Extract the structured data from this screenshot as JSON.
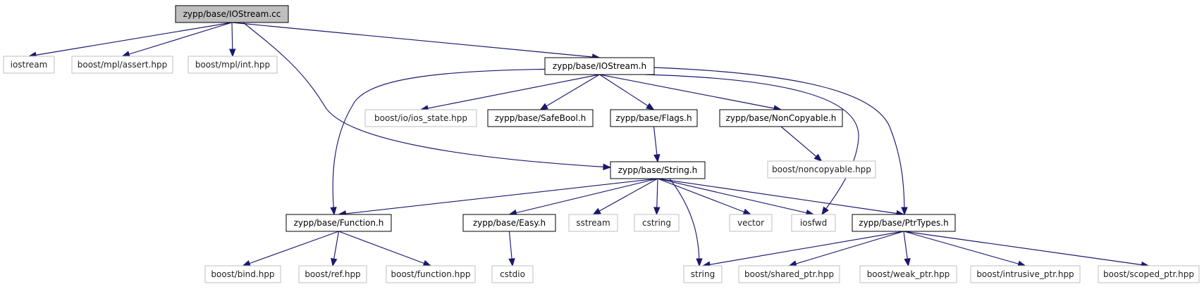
{
  "diagram": {
    "nodes": [
      {
        "id": "iostream_cc",
        "label": "zypp/base/IOStream.cc",
        "kind": "root"
      },
      {
        "id": "iostream",
        "label": "iostream",
        "kind": "external"
      },
      {
        "id": "mpl_assert",
        "label": "boost/mpl/assert.hpp",
        "kind": "external"
      },
      {
        "id": "mpl_int",
        "label": "boost/mpl/int.hpp",
        "kind": "external"
      },
      {
        "id": "iostream_h",
        "label": "zypp/base/IOStream.h",
        "kind": "internal"
      },
      {
        "id": "ios_state",
        "label": "boost/io/ios_state.hpp",
        "kind": "external"
      },
      {
        "id": "safebool",
        "label": "zypp/base/SafeBool.h",
        "kind": "internal"
      },
      {
        "id": "flags",
        "label": "zypp/base/Flags.h",
        "kind": "internal"
      },
      {
        "id": "noncopyable_h",
        "label": "zypp/base/NonCopyable.h",
        "kind": "internal"
      },
      {
        "id": "noncopyable_hpp",
        "label": "boost/noncopyable.hpp",
        "kind": "external"
      },
      {
        "id": "string_h",
        "label": "zypp/base/String.h",
        "kind": "internal"
      },
      {
        "id": "function_h",
        "label": "zypp/base/Function.h",
        "kind": "internal"
      },
      {
        "id": "easy",
        "label": "zypp/base/Easy.h",
        "kind": "internal"
      },
      {
        "id": "sstream",
        "label": "sstream",
        "kind": "external"
      },
      {
        "id": "cstring",
        "label": "cstring",
        "kind": "external"
      },
      {
        "id": "vector",
        "label": "vector",
        "kind": "external"
      },
      {
        "id": "iosfwd",
        "label": "iosfwd",
        "kind": "external"
      },
      {
        "id": "ptrtypes",
        "label": "zypp/base/PtrTypes.h",
        "kind": "internal"
      },
      {
        "id": "bind",
        "label": "boost/bind.hpp",
        "kind": "external"
      },
      {
        "id": "ref",
        "label": "boost/ref.hpp",
        "kind": "external"
      },
      {
        "id": "function_hpp",
        "label": "boost/function.hpp",
        "kind": "external"
      },
      {
        "id": "cstdio",
        "label": "cstdio",
        "kind": "external"
      },
      {
        "id": "string",
        "label": "string",
        "kind": "external"
      },
      {
        "id": "shared_ptr",
        "label": "boost/shared_ptr.hpp",
        "kind": "external"
      },
      {
        "id": "weak_ptr",
        "label": "boost/weak_ptr.hpp",
        "kind": "external"
      },
      {
        "id": "intrusive_ptr",
        "label": "boost/intrusive_ptr.hpp",
        "kind": "external"
      },
      {
        "id": "scoped_ptr",
        "label": "boost/scoped_ptr.hpp",
        "kind": "external"
      }
    ],
    "edges": [
      [
        "iostream_cc",
        "iostream"
      ],
      [
        "iostream_cc",
        "mpl_assert"
      ],
      [
        "iostream_cc",
        "mpl_int"
      ],
      [
        "iostream_cc",
        "iostream_h"
      ],
      [
        "iostream_cc",
        "string_h"
      ],
      [
        "iostream_h",
        "ios_state"
      ],
      [
        "iostream_h",
        "safebool"
      ],
      [
        "iostream_h",
        "flags"
      ],
      [
        "iostream_h",
        "noncopyable_h"
      ],
      [
        "iostream_h",
        "function_h"
      ],
      [
        "iostream_h",
        "iosfwd"
      ],
      [
        "iostream_h",
        "ptrtypes"
      ],
      [
        "noncopyable_h",
        "noncopyable_hpp"
      ],
      [
        "flags",
        "string_h"
      ],
      [
        "string_h",
        "function_h"
      ],
      [
        "string_h",
        "easy"
      ],
      [
        "string_h",
        "sstream"
      ],
      [
        "string_h",
        "cstring"
      ],
      [
        "string_h",
        "string"
      ],
      [
        "string_h",
        "vector"
      ],
      [
        "string_h",
        "iosfwd"
      ],
      [
        "string_h",
        "ptrtypes"
      ],
      [
        "function_h",
        "bind"
      ],
      [
        "function_h",
        "ref"
      ],
      [
        "function_h",
        "function_hpp"
      ],
      [
        "easy",
        "cstdio"
      ],
      [
        "ptrtypes",
        "string"
      ],
      [
        "ptrtypes",
        "shared_ptr"
      ],
      [
        "ptrtypes",
        "weak_ptr"
      ],
      [
        "ptrtypes",
        "intrusive_ptr"
      ],
      [
        "ptrtypes",
        "scoped_ptr"
      ]
    ]
  },
  "colors": {
    "edge": "#191970",
    "root_fill": "#bfbfbf",
    "internal_border": "#000000",
    "external_border": "#bfbfbf"
  }
}
